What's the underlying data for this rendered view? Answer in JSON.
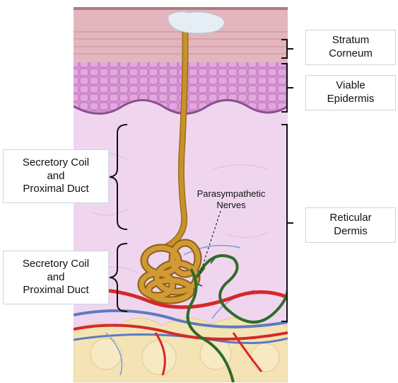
{
  "labels": {
    "stratum_corneum": "Stratum\nCorneum",
    "viable_epidermis": "Viable\nEpidermis",
    "reticular_dermis": "Reticular\nDermis",
    "secretory_upper": "Secretory Coil\nand\nProximal Duct",
    "secretory_lower": "Secretory Coil\nand\nProximal Duct",
    "parasympathetic": "Parasympathetic\nNerves"
  },
  "colors": {
    "stratum": "#e3b6bd",
    "epidermis": "#d48fd0",
    "dermis": "#efd6ee",
    "fat": "#f4e3b4",
    "gland": "#c7922a",
    "artery": "#d62828",
    "vein": "#5b7bc0",
    "nerve": "#2f6b2a",
    "box_border": "#c9d6e6"
  }
}
